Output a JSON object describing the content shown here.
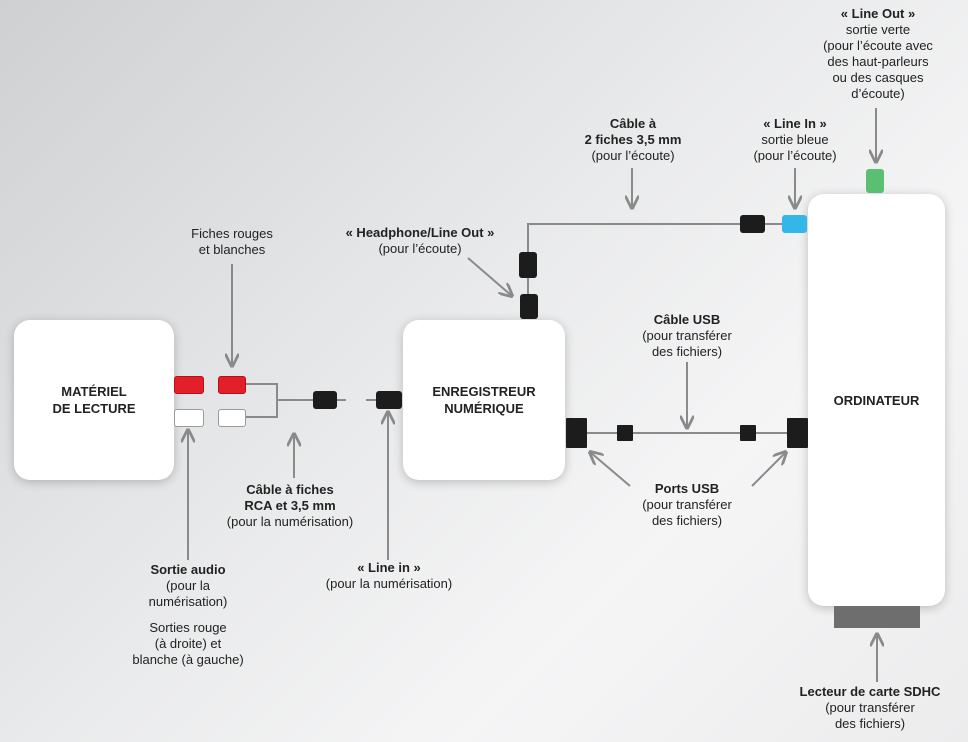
{
  "devices": {
    "player": [
      "MATÉRIEL",
      "DE LECTURE"
    ],
    "recorder": [
      "ENREGISTREUR",
      "NUMÉRIQUE"
    ],
    "computer": [
      "ORDINATEUR"
    ]
  },
  "labels": {
    "rca_plugs": {
      "lines": [
        "Fiches rouges",
        "et blanches"
      ]
    },
    "rca_cable": {
      "bold": [
        "Câble à fiches",
        "RCA et 3,5 mm"
      ],
      "normal": [
        "(pour la numérisation)"
      ]
    },
    "audio_out": {
      "bold": [
        "Sortie audio"
      ],
      "normal": [
        "(pour la",
        "numérisation)"
      ]
    },
    "audio_out_detail": {
      "lines": [
        "Sorties rouge",
        "(à droite) et",
        "blanche (à gauche)"
      ]
    },
    "line_in_recorder": {
      "bold": [
        "« Line in »"
      ],
      "normal": [
        "(pour la numérisation)"
      ]
    },
    "headphone_out": {
      "bold": [
        "« Headphone/Line Out »"
      ],
      "normal": [
        "(pour l’écoute)"
      ]
    },
    "cable_35": {
      "bold": [
        "Câble à",
        "2 fiches 3,5 mm"
      ],
      "normal": [
        "(pour l’écoute)"
      ]
    },
    "line_in_pc": {
      "bold": [
        "« Line In »"
      ],
      "normal": [
        "sortie bleue",
        "(pour l’écoute)"
      ]
    },
    "line_out_pc": {
      "bold": [
        "« Line Out »"
      ],
      "normal": [
        "sortie verte",
        "(pour l’écoute avec",
        "des haut-parleurs",
        "ou des casques",
        "d’écoute)"
      ]
    },
    "usb_cable": {
      "bold": [
        "Câble USB"
      ],
      "normal": [
        "(pour transférer",
        "des fichiers)"
      ]
    },
    "usb_ports": {
      "bold": [
        "Ports USB"
      ],
      "normal": [
        "(pour transférer",
        "des fichiers)"
      ]
    },
    "sd_reader": {
      "bold": [
        "Lecteur de carte SDHC"
      ],
      "normal": [
        "(pour transférer",
        "des fichiers)"
      ]
    }
  },
  "colors": {
    "red_plug": "#e3202a",
    "white_plug": "#ffffff",
    "black_plug": "#1c1c1c",
    "blue_jack": "#33b6e8",
    "green_jack": "#5bbf72",
    "sd_slot": "#6e6e6e",
    "line": "#8a8a8a"
  }
}
